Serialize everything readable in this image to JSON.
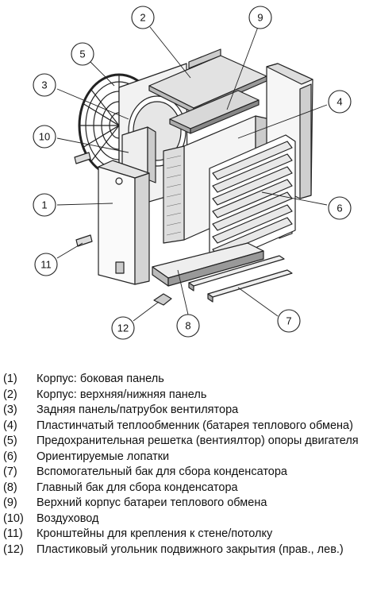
{
  "callouts": [
    {
      "num": "1",
      "target": "side-panel"
    },
    {
      "num": "2",
      "target": "top-panel"
    },
    {
      "num": "3",
      "target": "back-panel"
    },
    {
      "num": "4",
      "target": "heat-exchanger"
    },
    {
      "num": "5",
      "target": "fan-guard"
    },
    {
      "num": "6",
      "target": "louvers"
    },
    {
      "num": "7",
      "target": "auxiliary-tank"
    },
    {
      "num": "8",
      "target": "main-tank"
    },
    {
      "num": "9",
      "target": "upper-housing"
    },
    {
      "num": "10",
      "target": "air-duct"
    },
    {
      "num": "11",
      "target": "wall-bracket"
    },
    {
      "num": "12",
      "target": "corner-piece"
    }
  ],
  "legend": [
    {
      "num": "(1)",
      "text": "Корпус: боковая панель"
    },
    {
      "num": "(2)",
      "text": "Корпус: верхняя/нижняя панель"
    },
    {
      "num": "(3)",
      "text": "Задняя панель/патрубок вентилятора"
    },
    {
      "num": "(4)",
      "text": "Пластинчатый теплообменник (батарея теплового обмена)"
    },
    {
      "num": "(5)",
      "text": "Предохранительная решетка (вентиялтор) опоры двигателя"
    },
    {
      "num": "(6)",
      "text": "Ориентируемые лопатки"
    },
    {
      "num": "(7)",
      "text": "Вспомогательный бак для сбора конденсатора"
    },
    {
      "num": "(8)",
      "text": "Главный бак для сбора конденсатора"
    },
    {
      "num": "(9)",
      "text": "Верхний корпус батареи теплового обмена"
    },
    {
      "num": "(10)",
      "text": "Воздуховод"
    },
    {
      "num": "(11)",
      "text": "Кронштейны для крепления к стене/потолку"
    },
    {
      "num": "(12)",
      "text": "Пластиковый угольник подвижного закрытия (прав., лев.)"
    }
  ]
}
